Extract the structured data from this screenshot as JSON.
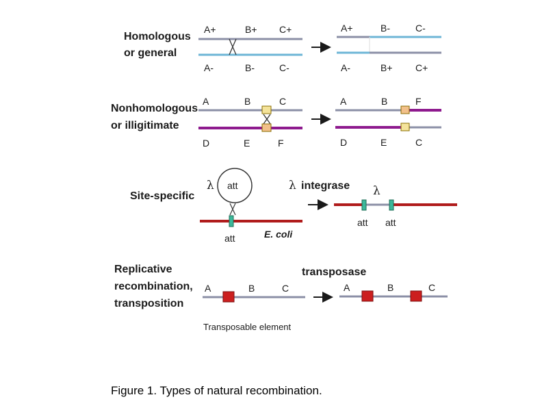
{
  "homologous": {
    "label1": "Homologous",
    "label2": "or general",
    "left_top": [
      "A+",
      "B+",
      "C+"
    ],
    "left_bottom": [
      "A-",
      "B-",
      "C-"
    ],
    "right_top": [
      "A+",
      "B-",
      "C-"
    ],
    "right_bottom": [
      "A-",
      "B+",
      "C+"
    ]
  },
  "nonhomologous": {
    "label1": "Nonhomologous",
    "label2": "or illigitimate",
    "left_top": [
      "A",
      "B",
      "C"
    ],
    "left_bottom": [
      "D",
      "E",
      "F"
    ],
    "right_top": [
      "A",
      "B",
      "F"
    ],
    "right_bottom": [
      "D",
      "E",
      "C"
    ]
  },
  "site_specific": {
    "label": "Site-specific",
    "lambda": "λ",
    "att": "att",
    "ecoli": "E. coli",
    "integrase": "integrase"
  },
  "replicative": {
    "label1": "Replicative",
    "label2": "recombination,",
    "label3": "transposition",
    "letters": [
      "A",
      "B",
      "C"
    ],
    "transposase": "transposase",
    "transposable_element": "Transposable element"
  },
  "caption": "Figure 1. Types of natural recombination.",
  "colors": {
    "gray_strand": "#8b8fa6",
    "blue_strand": "#6db5d6",
    "purple_strand": "#8e1a8e",
    "red_strand": "#b01c1c",
    "element": "#cc1f1f",
    "att_site": "#3cb89a",
    "junction_fill": "#f4e39a",
    "junction_edge": "#8a6d00"
  }
}
